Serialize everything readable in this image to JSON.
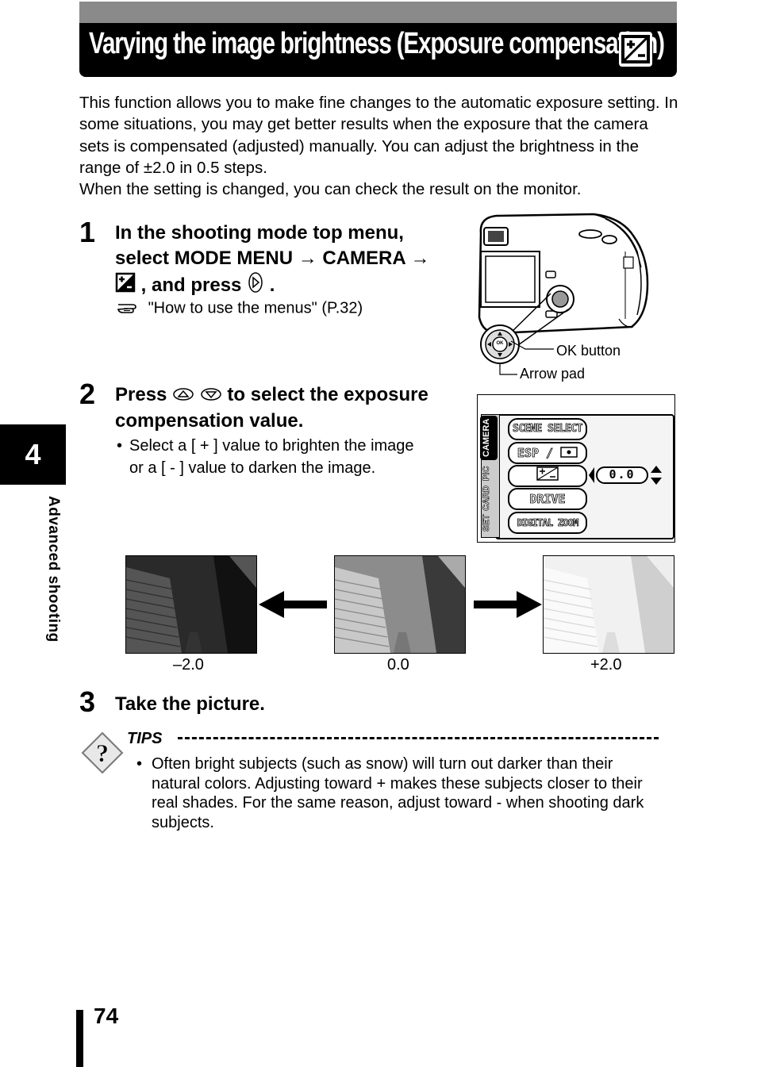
{
  "title": "Varying the image brightness (Exposure compensation)",
  "intro": {
    "para1": "This function allows you to make fine changes to the automatic exposure setting. In some situations, you may get better results when the exposure that the camera sets is compensated (adjusted) manually. You can adjust the brightness in the range of ±2.0 in 0.5 steps.",
    "para2": "When the setting is changed, you can check the result on the monitor."
  },
  "step1": {
    "number": "1",
    "line1": "In the shooting mode top menu,",
    "line2": "select MODE MENU → CAMERA →",
    "line3a": ", and press",
    "line3b": ".",
    "reference": "\"How to use the menus\" (P.32)"
  },
  "camera_figure": {
    "ok_button_label": "OK button",
    "arrow_pad_label": "Arrow pad",
    "ok_text": "OK"
  },
  "step2": {
    "number": "2",
    "text_a": "Press",
    "text_b": "to select the exposure",
    "text_c": "compensation value.",
    "bullet_line1": "Select a [ + ] value to brighten the image",
    "bullet_line2": "or a [ - ] value to darken the image."
  },
  "menu_screen": {
    "tabs": [
      "CAMERA",
      "PIC",
      "CARD",
      "SET"
    ],
    "items": [
      "SCENE SELECT",
      "ESP /",
      "",
      "DRIVE",
      "DIGITAL ZOOM"
    ],
    "value": "0.0"
  },
  "examples": {
    "labels": [
      "–2.0",
      "0.0",
      "+2.0"
    ]
  },
  "step3": {
    "number": "3",
    "text": "Take the picture."
  },
  "tips": {
    "label": "TIPS",
    "line1": "Often bright subjects (such as snow) will turn out darker than their",
    "line2": "natural colors. Adjusting toward + makes these subjects closer to their",
    "line3": "real shades. For the same reason, adjust toward - when shooting dark",
    "line4": "subjects."
  },
  "sidebar": {
    "chapter": "4",
    "label": "Advanced shooting"
  },
  "page_number": "74"
}
